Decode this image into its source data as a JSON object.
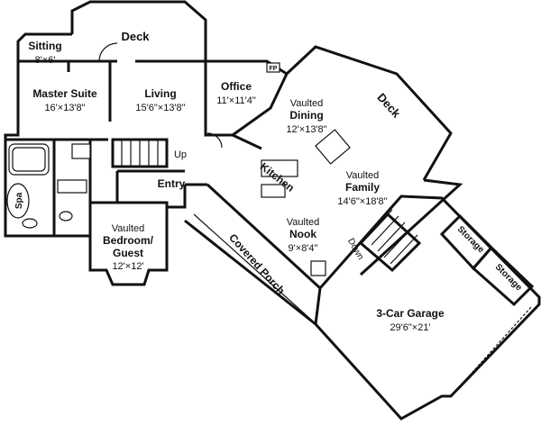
{
  "rooms": {
    "deck_top": {
      "name": "Deck"
    },
    "sitting": {
      "name": "Sitting",
      "size": "8'×6'"
    },
    "master": {
      "name": "Master Suite",
      "size": "16'×13'8\""
    },
    "living": {
      "name": "Living",
      "size": "15'6\"×13'8\""
    },
    "office": {
      "name": "Office",
      "size": "11'×11'4\""
    },
    "dining": {
      "prefix": "Vaulted",
      "name": "Dining",
      "size": "12'×13'8\""
    },
    "deck_right": {
      "name": "Deck"
    },
    "family": {
      "prefix": "Vaulted",
      "name": "Family",
      "size": "14'6\"×18'8\""
    },
    "kitchen": {
      "name": "Kitchen"
    },
    "entry": {
      "name": "Entry"
    },
    "bedroom": {
      "prefix": "Vaulted",
      "name": "Bedroom/",
      "name2": "Guest",
      "size": "12'×12'"
    },
    "nook": {
      "prefix": "Vaulted",
      "name": "Nook",
      "size": "9'×8'4\""
    },
    "porch": {
      "name": "Covered Porch"
    },
    "garage": {
      "name": "3-Car Garage",
      "size": "29'6\"×21'"
    },
    "storage1": {
      "name": "Storage"
    },
    "storage2": {
      "name": "Storage"
    }
  },
  "fixtures": {
    "spa": "Spa",
    "up": "Up",
    "down": "Down",
    "fireplace": "FP"
  }
}
